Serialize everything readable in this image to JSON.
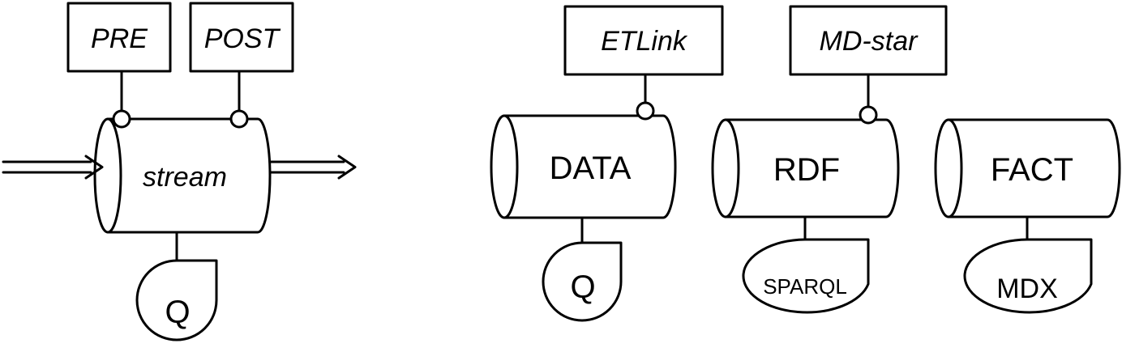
{
  "stream_diagram": {
    "pre_label": "PRE",
    "post_label": "POST",
    "stream_label": "stream",
    "query_label": "Q"
  },
  "data_column": {
    "annotation_label": "ETLink",
    "store_label": "DATA",
    "query_label": "Q"
  },
  "rdf_column": {
    "annotation_label": "MD-star",
    "store_label": "RDF",
    "query_label": "SPARQL"
  },
  "fact_column": {
    "store_label": "FACT",
    "query_label": "MDX"
  }
}
